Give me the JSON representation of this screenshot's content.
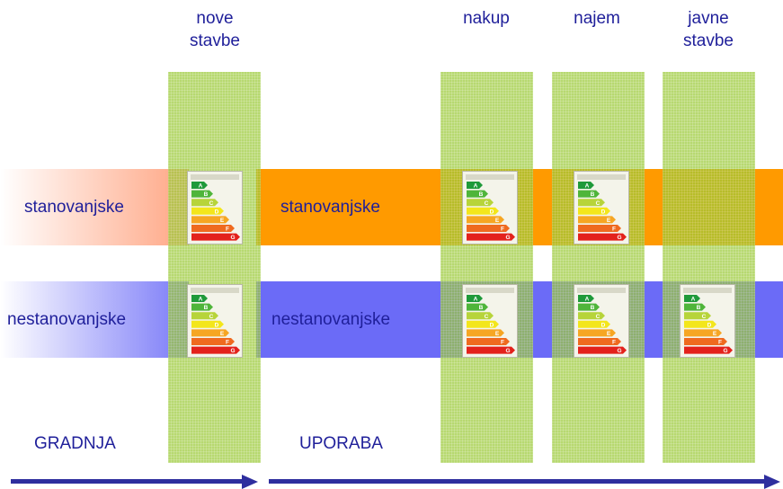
{
  "columns": {
    "new_buildings": [
      "nove",
      "stavbe"
    ],
    "purchase": "nakup",
    "rental": "najem",
    "public_buildings": [
      "javne",
      "stavbe"
    ]
  },
  "rows": {
    "residential_left": "stanovanjske",
    "residential_mid": "stanovanjske",
    "nonresidential_left": "nestanovanjske",
    "nonresidential_mid": "nestanovanjske"
  },
  "phases": {
    "construction": "GRADNJA",
    "use": "UPORABA"
  },
  "energy_label": {
    "classes": [
      "A",
      "B",
      "C",
      "D",
      "E",
      "F",
      "G"
    ],
    "colors": [
      "#1f9a3a",
      "#4fb53a",
      "#b7d43a",
      "#f3e61b",
      "#f6a623",
      "#ef6a1f",
      "#e3211c"
    ]
  },
  "colors": {
    "orange_band": "#ff9a00",
    "blue_band": "#6b6bf7",
    "green_column": "#9ccb3a",
    "text": "#1f1f9a",
    "arrow": "#2e2e9e"
  }
}
